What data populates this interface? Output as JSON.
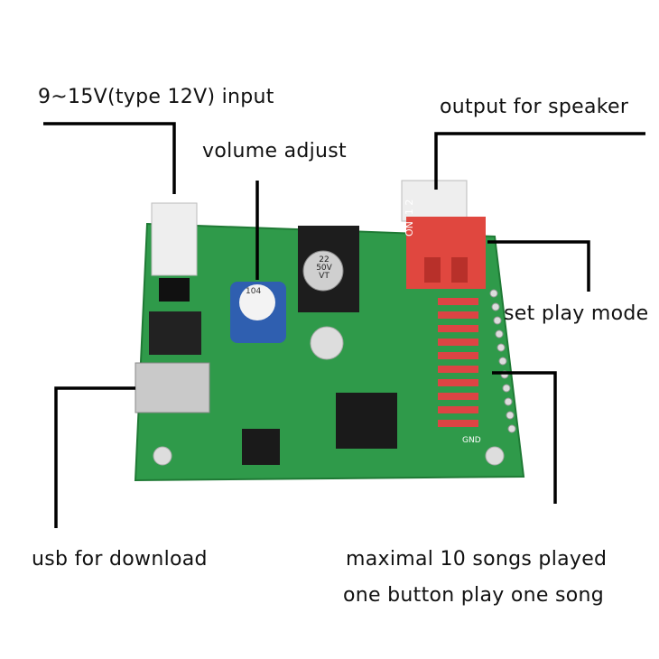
{
  "labels": {
    "power_input": "9~15V(type 12V) input",
    "volume": "volume adjust",
    "speaker": "output for speaker",
    "play_mode": "set play mode",
    "usb": "usb for download",
    "songs_line1": "maximal 10 songs played",
    "songs_line2": "one button play one song"
  },
  "board_markings": {
    "capacitor": "22\n50V\nVT",
    "potentiometer": "104",
    "dip_switch": "ON  1 2",
    "gnd": "GND"
  },
  "colors": {
    "pcb": "#2f9a4a",
    "callout_line": "#000000",
    "dip_switch": "#e0473f"
  }
}
